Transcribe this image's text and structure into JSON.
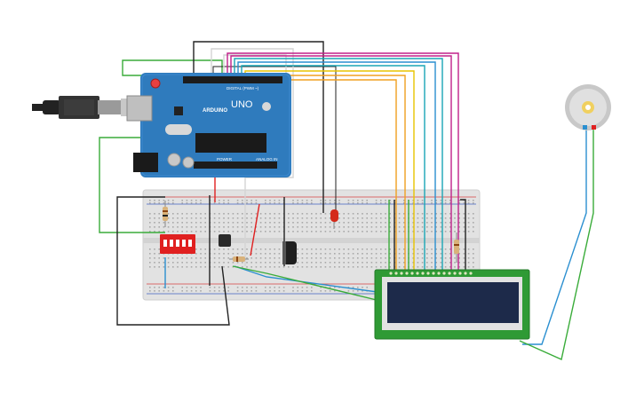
{
  "arduino": {
    "brand": "ARDUINO",
    "model": "UNO",
    "digital_label": "DIGITAL (PWM ~)",
    "power_label": "POWER",
    "analog_label": "ANALOG IN",
    "board_color": "#2f7bbd"
  },
  "colors": {
    "breadboard": "#e2e2e2",
    "lcd_board": "#2f9a35",
    "lcd_screen": "#1d2a4a",
    "dip_switch": "#e02020",
    "resistor": "#d9b27a",
    "led": "#d42a1a",
    "wire_green": "#3aac3a",
    "wire_blue": "#2a8fd0",
    "wire_orange": "#f0a020",
    "wire_yellow": "#e8c400",
    "wire_magenta": "#c0208a",
    "wire_teal": "#1aa6b6",
    "wire_black": "#222222",
    "wire_red": "#e02020",
    "wire_white": "#dddddd"
  },
  "icons": {
    "usb_cable": "usb-cable-icon",
    "motor": "dc-motor-icon"
  }
}
